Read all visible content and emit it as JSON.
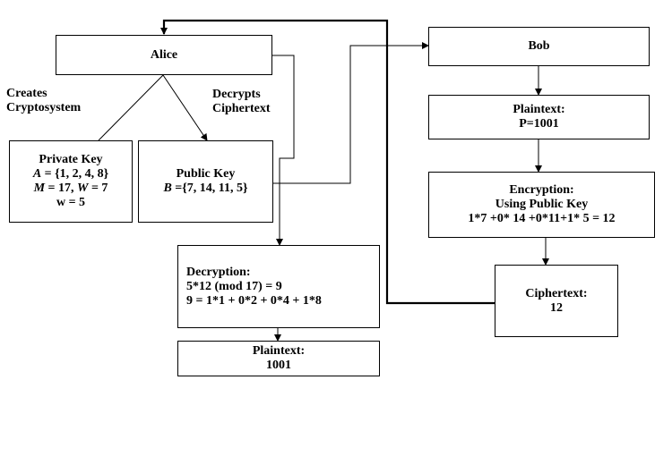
{
  "nodes": {
    "alice": {
      "lines": [
        "Alice"
      ]
    },
    "bob": {
      "lines": [
        "Bob"
      ]
    },
    "private_key": {
      "title": "Private Key",
      "a_var": "A",
      "a_val": "= {1, 2, 4, 8}",
      "m_var": "M",
      "m_val": "= 17,",
      "w_var": "W",
      "w_val": "= 7",
      "small_w": "w = 5"
    },
    "public_key": {
      "title": "Public Key",
      "b_var": "B",
      "b_val": "={7, 14, 11, 5}"
    },
    "plaintext_bob": {
      "lines": [
        "Plaintext:",
        "P=1001"
      ]
    },
    "encryption": {
      "lines": [
        "Encryption:",
        "Using Public Key",
        "1*7 +0* 14 +0*11+1* 5 = 12"
      ]
    },
    "ciphertext": {
      "lines": [
        "Ciphertext:",
        "12"
      ]
    },
    "decryption": {
      "lines": [
        "Decryption:",
        "5*12 (mod 17) = 9",
        "9 = 1*1 + 0*2 + 0*4 + 1*8"
      ]
    },
    "plaintext_alice": {
      "lines": [
        "Plaintext:",
        "1001"
      ]
    }
  },
  "labels": {
    "creates": [
      "Creates",
      "Cryptosystem"
    ],
    "decrypts": [
      "Decrypts",
      "Ciphertext"
    ]
  }
}
